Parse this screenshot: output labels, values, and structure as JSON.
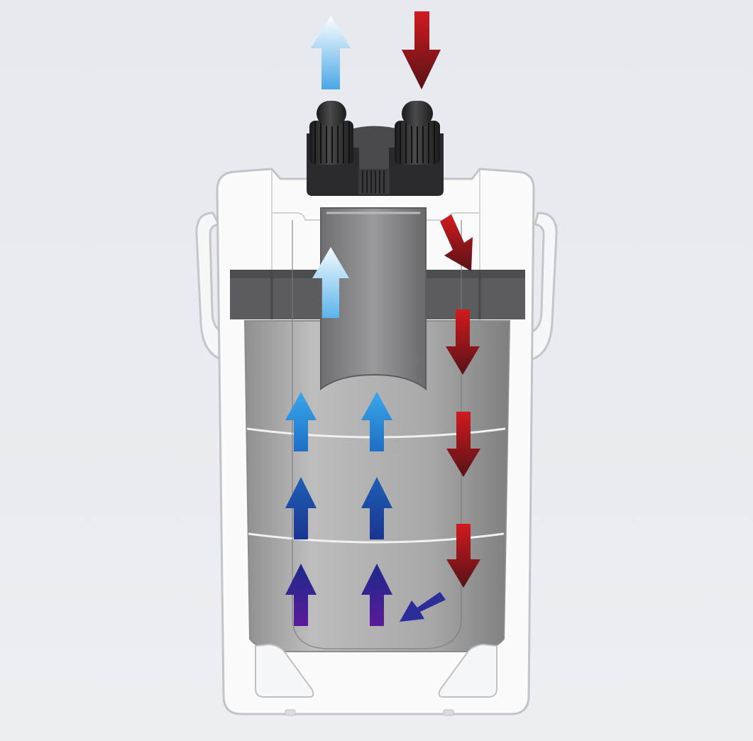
{
  "diagram": {
    "subject": "canister-filter-water-flow",
    "background_color": "#e9ecf1",
    "colors": {
      "canister_shell": "#ffffff",
      "canister_outline": "#c4c6ca",
      "filter_basket": "#a9a9aa",
      "basket_band": "#5a5a5c",
      "head_valves": "#2b2b2d",
      "intake_tube": "#8c8b8c",
      "flow_in": "#c0161a",
      "flow_in_dark": "#55141a",
      "flow_out_light": "#a8dcf5",
      "flow_out_mid": "#2b8fd6",
      "flow_out_deep": "#1a3d9a",
      "flow_out_violet": "#5a1a9a"
    },
    "flow_arrows": [
      {
        "id": "outlet-top",
        "direction": "up",
        "color_role": "outlet"
      },
      {
        "id": "inlet-top",
        "direction": "down",
        "color_role": "inlet"
      },
      {
        "id": "inlet-diagonal",
        "direction": "down-right",
        "color_role": "inlet"
      },
      {
        "id": "inlet-side-1",
        "direction": "down",
        "color_role": "inlet"
      },
      {
        "id": "inlet-side-2",
        "direction": "down",
        "color_role": "inlet"
      },
      {
        "id": "inlet-side-3",
        "direction": "down",
        "color_role": "inlet"
      },
      {
        "id": "outlet-tube",
        "direction": "up",
        "color_role": "outlet"
      },
      {
        "id": "stage-1-left",
        "direction": "up",
        "color_role": "stage-1"
      },
      {
        "id": "stage-1-right",
        "direction": "up",
        "color_role": "stage-1"
      },
      {
        "id": "stage-2-left",
        "direction": "up",
        "color_role": "stage-2"
      },
      {
        "id": "stage-2-right",
        "direction": "up",
        "color_role": "stage-2"
      },
      {
        "id": "stage-3-left",
        "direction": "up",
        "color_role": "stage-3"
      },
      {
        "id": "stage-3-right",
        "direction": "up",
        "color_role": "stage-3"
      },
      {
        "id": "bottom-entry",
        "direction": "down-left",
        "color_role": "stage-3"
      }
    ]
  }
}
